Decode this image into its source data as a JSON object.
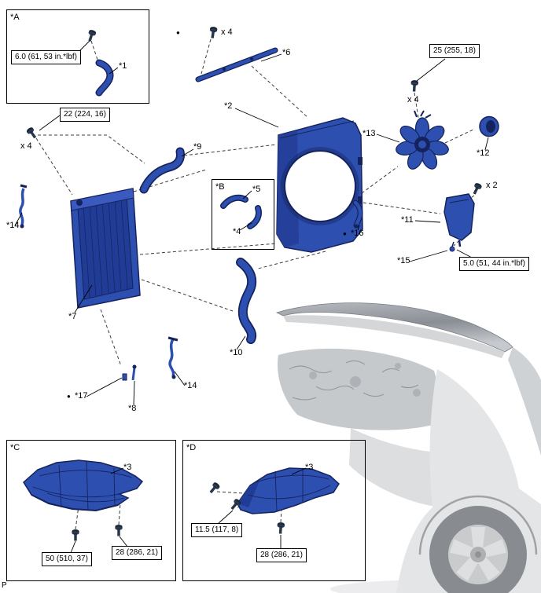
{
  "diagram": {
    "corner_mark": "P",
    "bullet": "●",
    "colors": {
      "part_blue": "#2d4fb0",
      "part_dark": "#15235c",
      "line_color": "#222222"
    },
    "detail_boxes": {
      "a": {
        "label": "*A",
        "torque": "6.0 (61, 53 in.*lbf)",
        "callout": "*1"
      },
      "b": {
        "label": "*B",
        "callout_top": "*5",
        "callout_bottom": "*4"
      },
      "c": {
        "label": "*C",
        "callout": "*3",
        "torque_front": "50 (510, 37)",
        "torque_rear": "28 (286, 21)"
      },
      "d": {
        "label": "*D",
        "callout": "*3",
        "torque_front": "11.5 (117, 8)",
        "torque_rear": "28 (286, 21)"
      }
    },
    "torque_specs": {
      "left_bolt": "22 (224, 16)",
      "fan_bolt": "25 (255, 18)",
      "right_bolt": "5.0 (51, 44 in.*lbf)"
    },
    "quantities": {
      "top": "x 4",
      "fan": "x 4",
      "left": "x 4",
      "right": "x 2"
    },
    "callouts": {
      "c2": "*2",
      "c6": "*6",
      "c7": "*7",
      "c8": "*8",
      "c9": "*9",
      "c10": "*10",
      "c11": "*11",
      "c12": "*12",
      "c13": "*13",
      "c14_left": "*14",
      "c14_mid": "*14",
      "c15": "*15",
      "c16": "*16",
      "c17": "*17"
    }
  }
}
